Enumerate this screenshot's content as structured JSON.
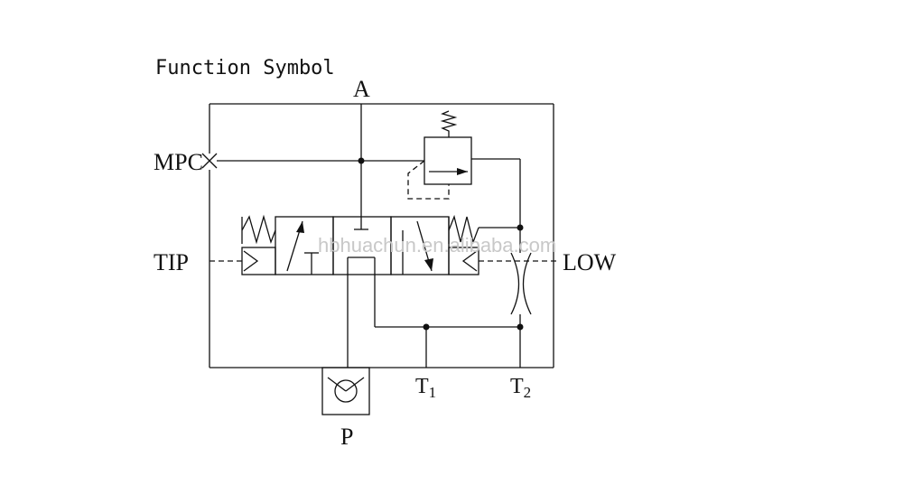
{
  "title": "Function Symbol",
  "ports": {
    "a": "A",
    "mpc": "MPC",
    "tip": "TIP",
    "low": "LOW",
    "t1_main": "T",
    "t1_sub": "1",
    "t2_main": "T",
    "t2_sub": "2",
    "p": "P"
  },
  "watermark": "hbhuachun.en.alibaba.com"
}
